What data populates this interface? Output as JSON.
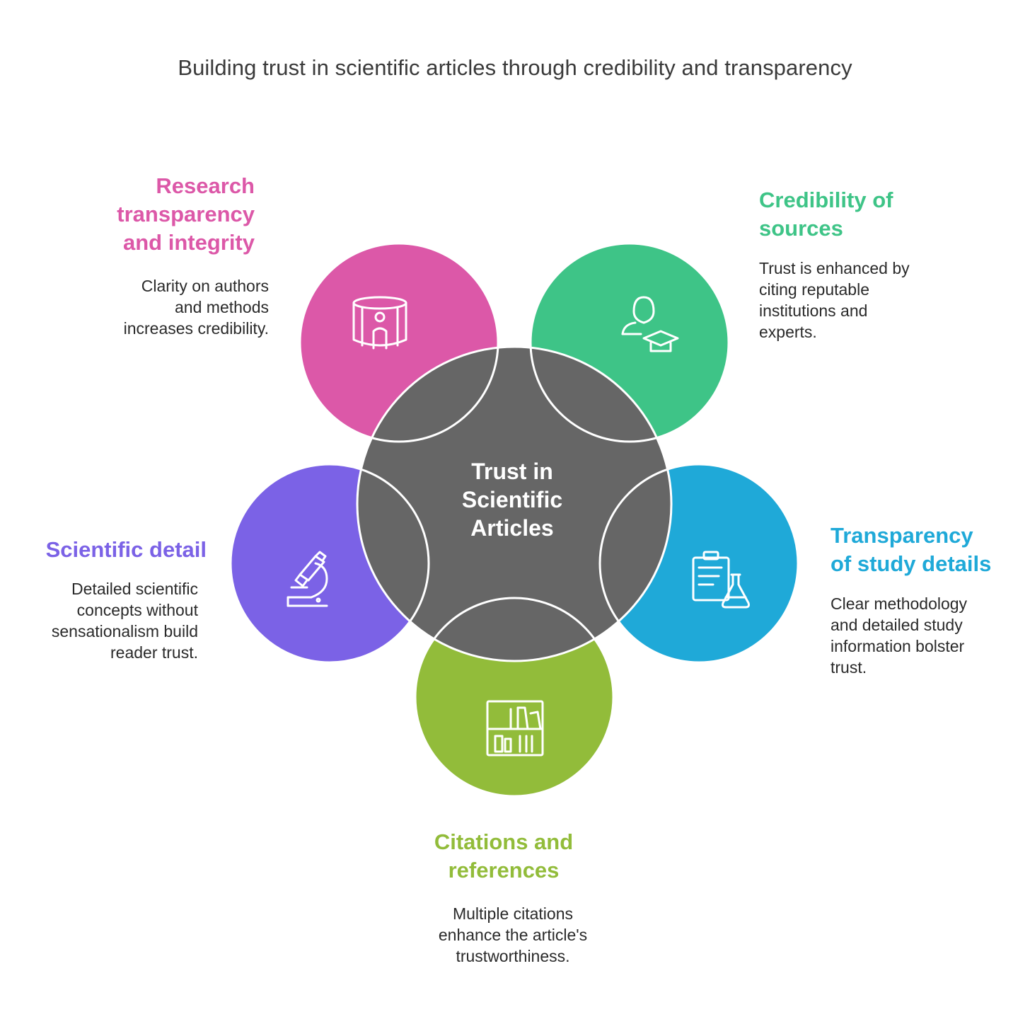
{
  "title": "Building trust in scientific articles through credibility and transparency",
  "center": {
    "label_line1": "Trust in",
    "label_line2": "Scientific",
    "label_line3": "Articles",
    "color": "#666666"
  },
  "nodes": {
    "research": {
      "heading_line1": "Research",
      "heading_line2": "transparency",
      "heading_line3": "and integrity",
      "desc_line1": "Clarity on authors",
      "desc_line2": "and methods",
      "desc_line3": "increases credibility.",
      "color": "#dc58a8",
      "icon": "person-in-cylinder-icon"
    },
    "credibility": {
      "heading_line1": "Credibility of",
      "heading_line2": "sources",
      "desc_line1": "Trust is enhanced by",
      "desc_line2": "citing reputable",
      "desc_line3": "institutions and",
      "desc_line4": "experts.",
      "color": "#3ec487",
      "icon": "graduate-person-icon"
    },
    "transparency": {
      "heading_line1": "Transparency",
      "heading_line2": "of study details",
      "desc_line1": "Clear methodology",
      "desc_line2": "and detailed study",
      "desc_line3": "information bolster",
      "desc_line4": "trust.",
      "color": "#1fa9d8",
      "icon": "clipboard-flask-icon"
    },
    "citations": {
      "heading_line1": "Citations and",
      "heading_line2": "references",
      "desc_line1": "Multiple citations",
      "desc_line2": "enhance the article's",
      "desc_line3": "trustworthiness.",
      "color": "#92bc3a",
      "icon": "bookshelf-icon"
    },
    "scientific": {
      "heading_line1": "Scientific detail",
      "desc_line1": "Detailed scientific",
      "desc_line2": "concepts without",
      "desc_line3": "sensationalism build",
      "desc_line4": "reader trust.",
      "color": "#7b62e6",
      "icon": "microscope-icon"
    }
  }
}
